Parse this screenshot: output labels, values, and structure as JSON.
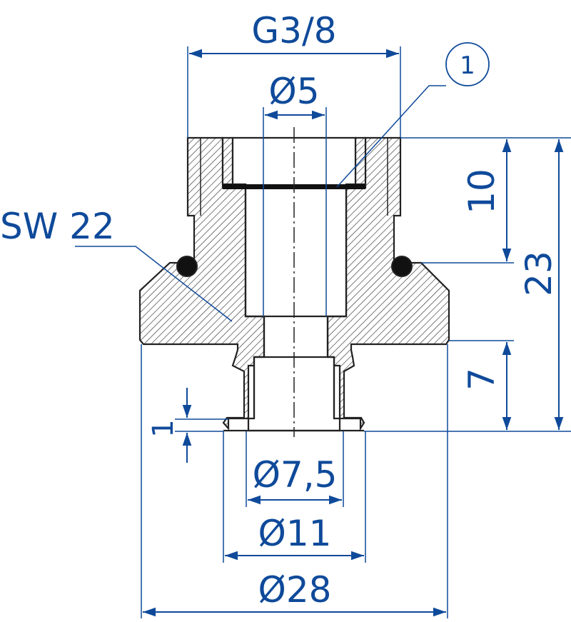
{
  "drawing": {
    "thread_label": "G3/8",
    "bore_label": "Ø5",
    "wrench_label": "SW 22",
    "dim_10": "10",
    "dim_23": "23",
    "dim_7": "7",
    "dim_1": "1",
    "dia_7_5": "Ø7,5",
    "dia_11": "Ø11",
    "dia_28": "Ø28",
    "callout_1": "1"
  },
  "colors": {
    "dimension": "#0f4a9a",
    "outline": "#222222",
    "hatch": "#333333",
    "oring": "#111111"
  }
}
